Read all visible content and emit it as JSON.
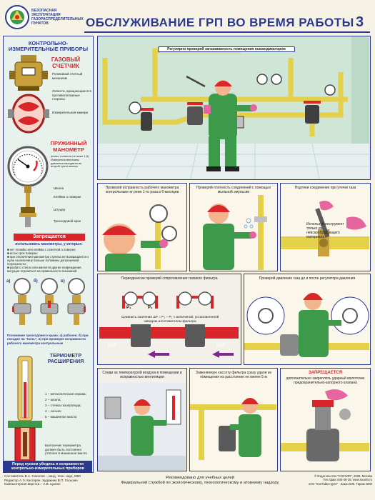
{
  "header": {
    "org_lines": [
      "Безопасная",
      "эксплуатация",
      "газораспределительных",
      "пунктов"
    ],
    "title": "ОБСЛУЖИВАНИЕ ГРП ВО ВРЕМЯ РАБОТЫ",
    "sheet_number": "3"
  },
  "left": {
    "section_title": "КОНТРОЛЬНО-ИЗМЕРИТЕЛЬНЫЕ ПРИБОРЫ",
    "gas_meter": {
      "title": "Газовый счетчик",
      "labels": [
        "Роликовый счетный механизм",
        "Лопасти, вращающиеся в противоположные стороны",
        "Измерительная камера"
      ]
    },
    "manometer": {
      "title": "Пружинный манометр",
      "note": "(класс точности не ниже 1,5) Измерения величины давления находятся во второй трети шкалы",
      "labels": [
        "Шкала",
        "Клеймо о поверке",
        "Штуцер",
        "Трехходовой кран"
      ]
    },
    "prohibited": {
      "title": "Запрещается",
      "intro": "использовать манометры, у которых:",
      "items": [
        "нет пломбы или клейма с отметкой о поверке;",
        "истек срок поверки;",
        "при отключении манометра стрелка не возвращается к нулю на величину больше половины допускаемой погрешности;",
        "разбито стекло или имеются другие повреждения, могущие отразиться на правильности показаний"
      ]
    },
    "valve": {
      "labels": [
        "а)",
        "б)",
        "в)"
      ],
      "caption": "Положение трехходового крана: а) рабочее; б) при посадке на \"ноль\"; в) при проверке исправности рабочего манометра контрольным"
    },
    "thermometer": {
      "title": "Термометр расширения",
      "labels": [
        "1 – металлическая оправа;",
        "2 – шкала;",
        "3 – стенка газопровода;",
        "4 – гильза;",
        "5 – машинное масло"
      ],
      "caption": "Баллончик термометра должен быть постоянно утоплен в машинное масло"
    },
    "bottom_band": "Перед пуском убедись в исправности контрольно-измерительных приборов"
  },
  "main": {
    "top_caption": "Регулярно проверяй загазованность помещения газоиндикатором",
    "row1": [
      "Проверяй исправность рабочего манометра контрольным не реже 1-го раза в 6 месяцев",
      "Проверяй плотность соединений с помощью мыльной эмульсии",
      "Подтяни соединение при утечке газа"
    ],
    "row1_note": "Используй инструмент только из неискробразующего материала",
    "row2": {
      "filter_caption": "Периодически проверяй сопротивление газового фильтра",
      "filter_formula": "Сравнить значение  ΔP = P₁ − P₂ с величиной, установленной заводом-изготовителем фильтра",
      "p1": "P₁",
      "p2": "P₂",
      "gas": "ГАЗ",
      "regulator_caption": "Проверяй давление газа до и после регулятора давления"
    },
    "row3": [
      "Следи за температурой воздуха в помещении и исправностью вентиляции",
      "Заменяемую кассету фильтра сразу удали из помещения на расстояние не менее 5 м"
    ],
    "row3_prohibited_title": "ЗАПРЕЩАЕТСЯ",
    "row3_prohibited_text": "дополнительно закреплять ударный молоточек предохранительно-запорного клапана"
  },
  "footer": {
    "credits": [
      "Составитель В.А. Соколов – канд. техн. наук, М90",
      "Редактор А.Э. Кисгорян. Художник В.П. Гасыхин",
      "Компьютерная верстка – А.В. Цыпин"
    ],
    "center": [
      "Рекомендовано для учебных целей",
      "Федеральной службой по экологическому, технологическому и атомному надзору"
    ],
    "right": [
      "© Издательство \"СОУЭЛО\", 2008, Москва",
      "Тел./факс 645-48-25; www.souelo.ru",
      "ЗАО \"КонТайм групп\" · Заказ 505. Тираж 2000"
    ]
  },
  "colors": {
    "navy": "#2b3a8e",
    "red": "#d8262b",
    "pipe": "#e5d04a",
    "worker": "#3e9a4b",
    "helmet": "#d8262b",
    "wall": "#d7eadc"
  }
}
